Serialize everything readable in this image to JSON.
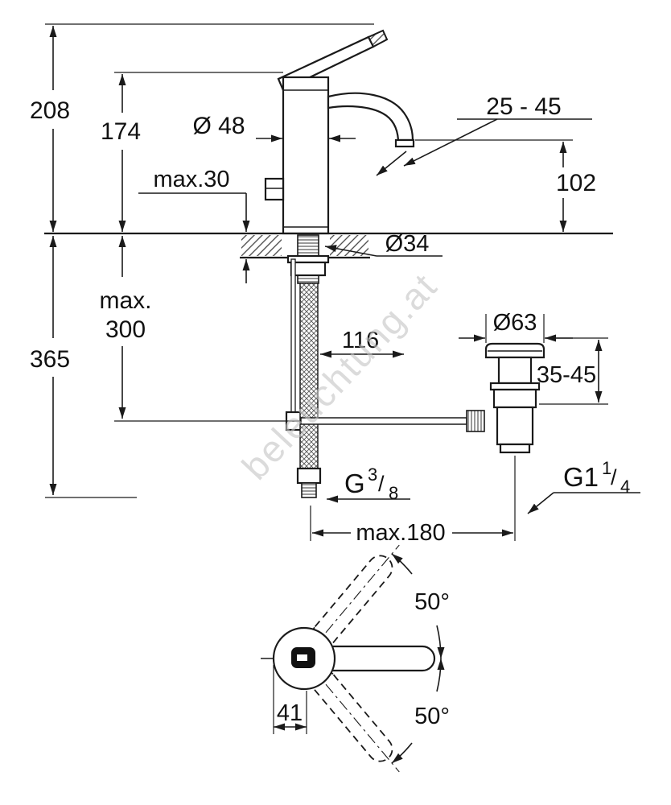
{
  "watermark": "beleuchtung.at",
  "labels": {
    "h208": "208",
    "h174": "174",
    "d48": "Ø 48",
    "max30": "max.30",
    "range2545": "25 - 45",
    "h102": "102",
    "d34": "Ø34",
    "max300_line1": "max.",
    "max300_line2": "300",
    "h365": "365",
    "w116": "116",
    "d63": "Ø63",
    "range3545": "35-45",
    "max180": "max.180",
    "angle_upper": "50°",
    "angle_lower": "50°",
    "w41": "41",
    "supply_thread": {
      "prefix": "G",
      "numerator": "3",
      "slash": "/",
      "denominator": "8"
    },
    "drain_thread": {
      "prefix": "G1",
      "numerator": "1",
      "slash": "/",
      "denominator": "4"
    }
  },
  "colors": {
    "line": "#1a1a1a",
    "watermark": "#c4c4c4",
    "background": "#ffffff"
  }
}
